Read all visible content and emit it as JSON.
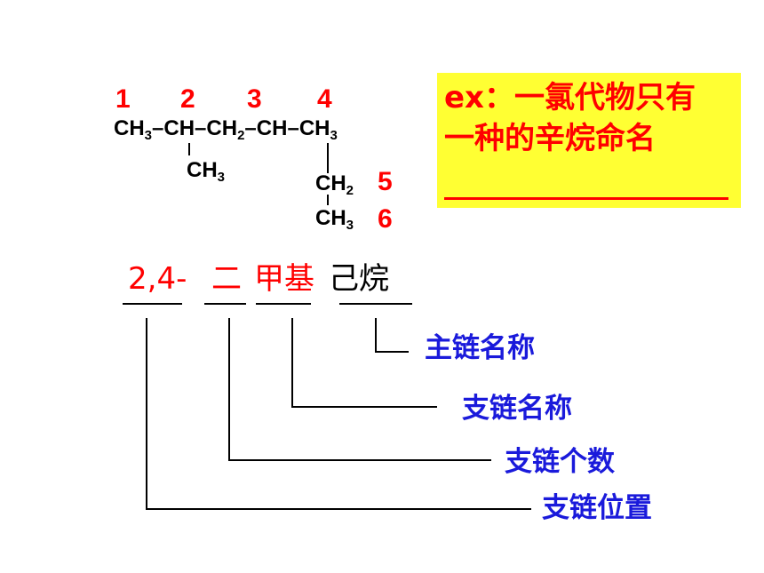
{
  "numbers": [
    "1",
    "2",
    "3",
    "4",
    "5",
    "6"
  ],
  "formula": {
    "ch3": "CH",
    "ch": "CH",
    "ch2": "CH",
    "sub3": "3",
    "sub2": "2",
    "dash": "–"
  },
  "example": {
    "line1": "ex：一氯代物只有",
    "line2": "一种的辛烷命名"
  },
  "name": {
    "position": "2,4-",
    "count": "二",
    "branch": "甲基",
    "main": "己烷"
  },
  "labels": {
    "main_chain": "主链名称",
    "branch_name": "支链名称",
    "branch_count": "支链个数",
    "branch_position": "支链位置"
  },
  "colors": {
    "red": "#ff0000",
    "blue": "#1a1adb",
    "yellow": "#ffff33"
  }
}
